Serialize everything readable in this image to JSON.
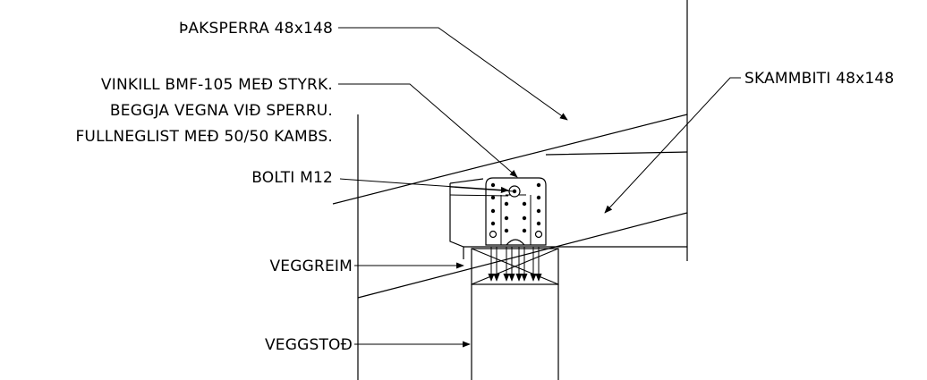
{
  "labels": {
    "rafter": "ÞAKSPERRA 48x148",
    "bracket_line1": "VINKILL BMF-105 MEÐ STYRK.",
    "bracket_line2": "BEGGJA VEGNA VIÐ SPERRU.",
    "bracket_line3": "FULLNEGLIST MEÐ 50/50 KAMBS.",
    "bolt": "BOLTI M12",
    "top_plate": "VEGGREIM",
    "stud": "VEGGSTOÐ",
    "blocking": "SKAMMBITI 48x148"
  }
}
